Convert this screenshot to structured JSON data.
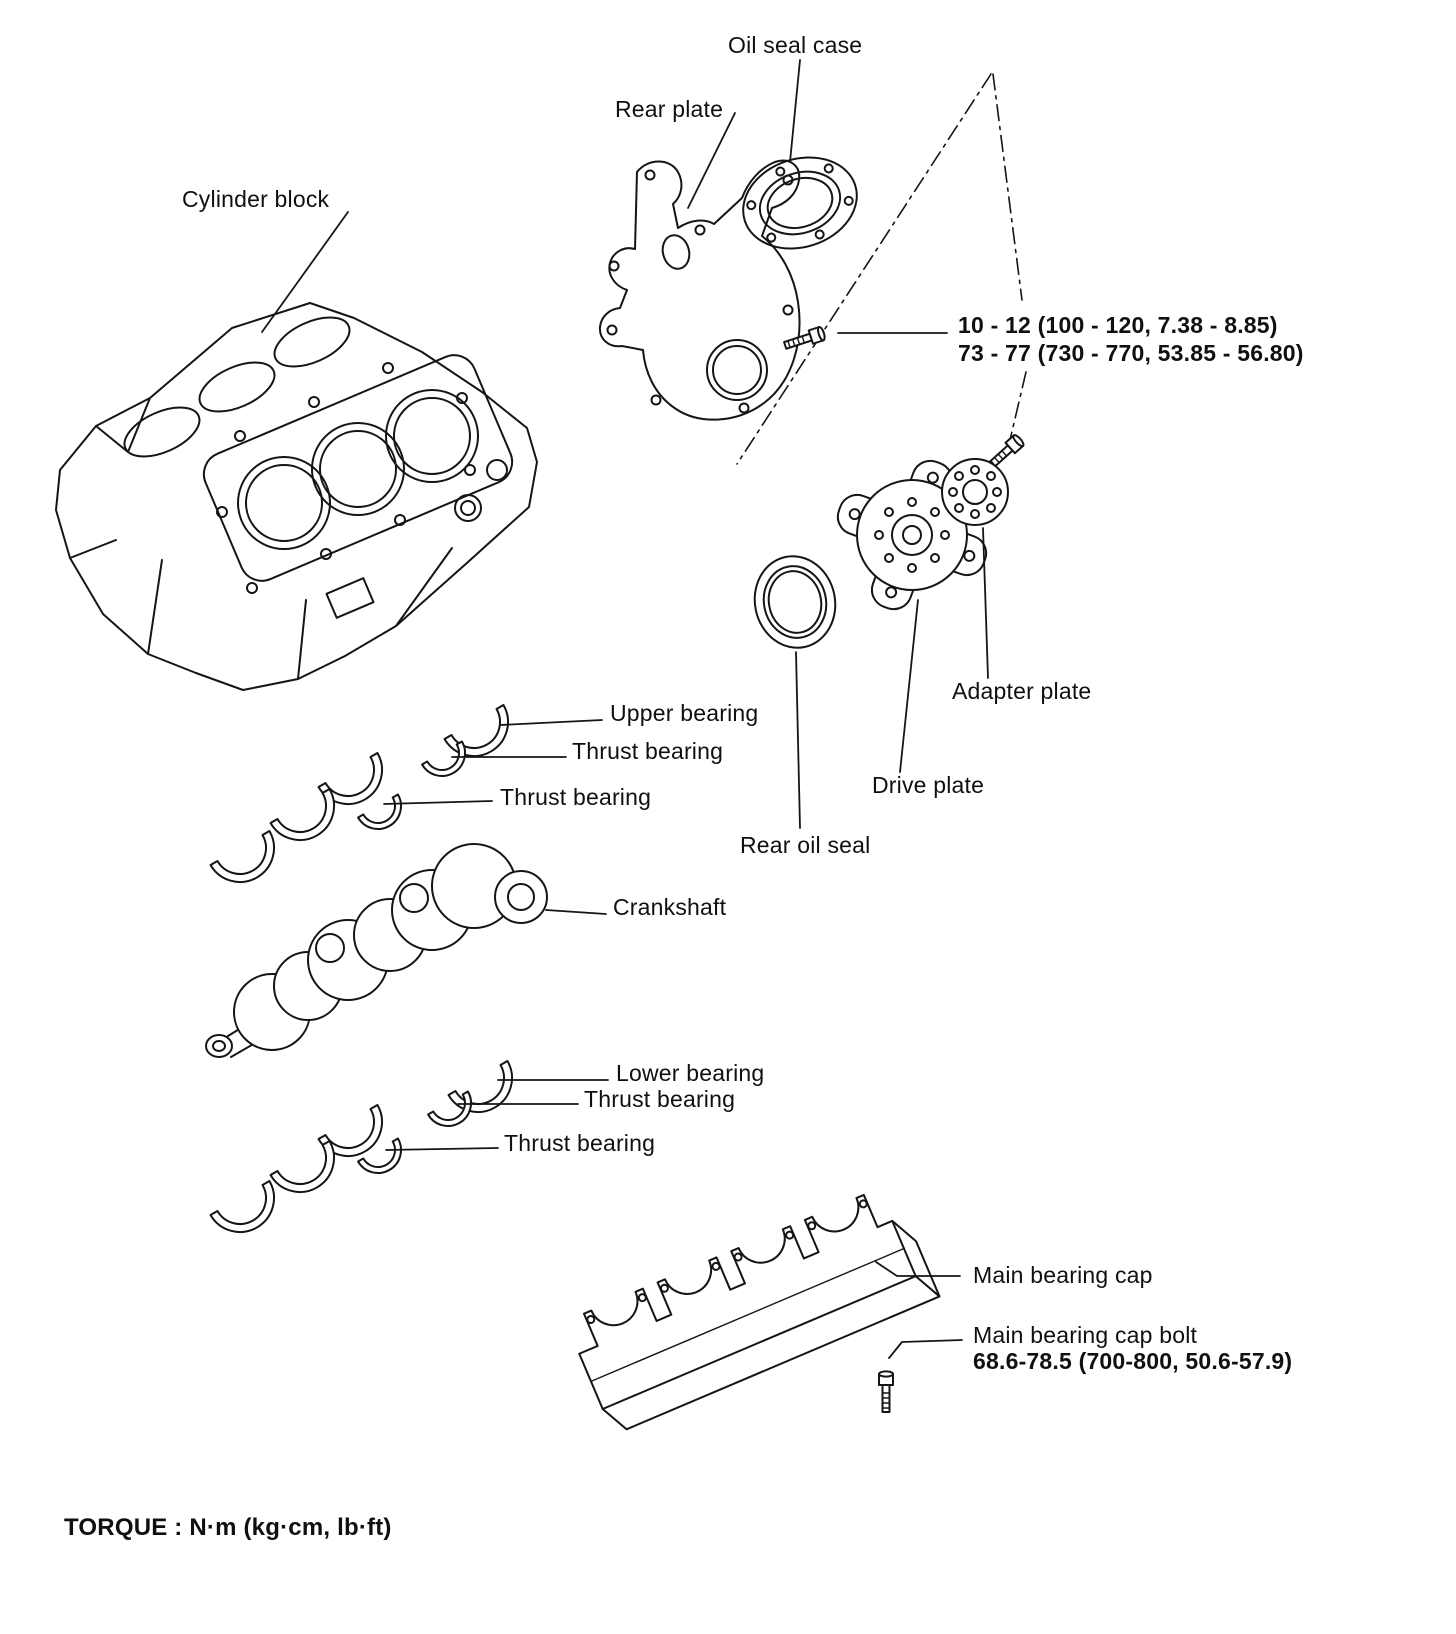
{
  "diagram": {
    "torque_note": "TORQUE : N·m (kg·cm, lb·ft)",
    "labels": {
      "cylinder_block": "Cylinder block",
      "rear_plate": "Rear plate",
      "oil_seal_case": "Oil seal case",
      "upper_bearing": "Upper bearing",
      "thrust_bearing": "Thrust bearing",
      "crankshaft": "Crankshaft",
      "lower_bearing": "Lower bearing",
      "rear_oil_seal": "Rear oil seal",
      "drive_plate": "Drive plate",
      "adapter_plate": "Adapter plate",
      "main_bearing_cap": "Main bearing cap",
      "main_bearing_cap_bolt": "Main bearing cap bolt"
    },
    "torque_specs": {
      "rear_plate_bolt": "10 - 12 (100 - 120, 7.38 - 8.85)",
      "drive_plate_bolt": "73 - 77 (730 - 770, 53.85 - 56.80)",
      "main_bearing_cap_bolt": "68.6-78.5 (700-800, 50.6-57.9)"
    },
    "colors": {
      "line": "#151515",
      "background": "#ffffff"
    }
  }
}
